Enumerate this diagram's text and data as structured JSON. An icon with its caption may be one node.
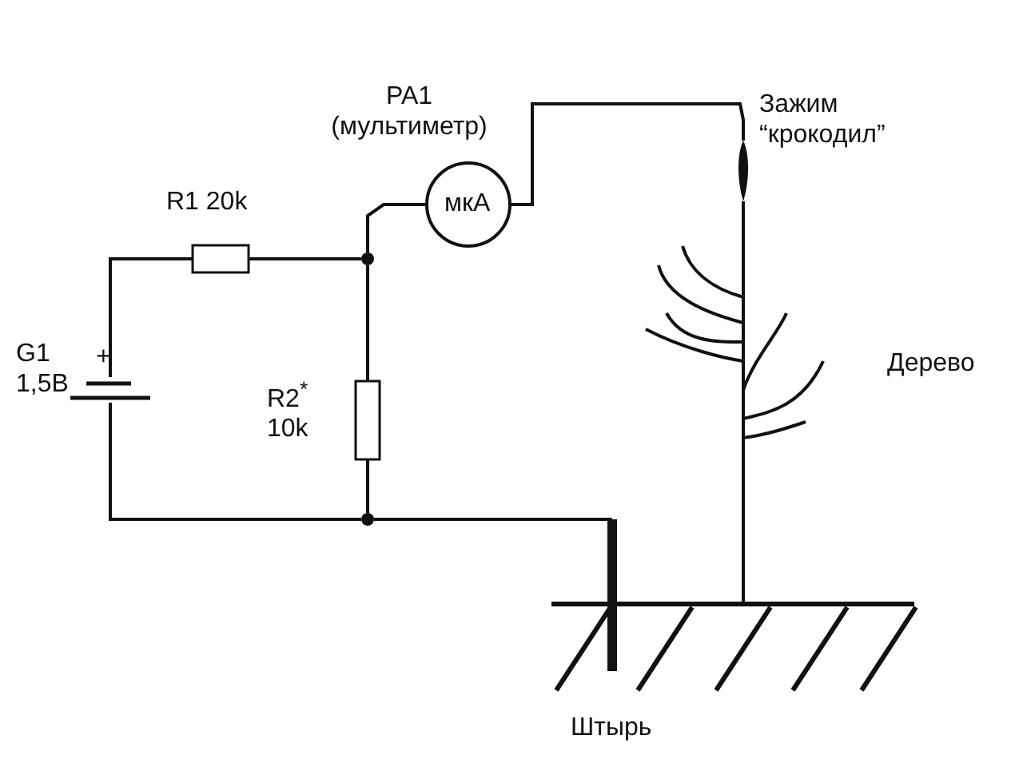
{
  "diagram": {
    "nodes": [
      {
        "text": [
          "G1 1,5В"
        ]
      },
      {
        "text": [
          "R1 20k"
        ]
      },
      {
        "text": [],
        "shape": "circle"
      },
      {
        "text": [
          "R2$^{*}$ 10k"
        ]
      },
      {
        "text": [],
        "shape": "circle"
      },
      {
        "text": [
          "PA1 (мультиметр)",
          "мкА"
        ]
      },
      {
        "text": [
          "Зажим “крокодил”"
        ]
      },
      {
        "text": [
          "Дерево"
        ]
      },
      {
        "text": [
          "Штырь"
        ]
      }
    ],
    "edges": [
      {
        "from": 0,
        "to": 1,
        "arrow": "none"
      },
      {
        "from": 1,
        "to": 2,
        "arrow": "none"
      },
      {
        "from": 2,
        "to": 3,
        "arrow": "none"
      },
      {
        "from": 3,
        "to": 4,
        "arrow": "none"
      },
      {
        "from": 0,
        "to": 4,
        "arrow": "none"
      },
      {
        "from": 4,
        "to": 8,
        "arrow": "none"
      },
      {
        "from": 2,
        "to": 5,
        "arrow": "none"
      },
      {
        "from": 5,
        "to": 6,
        "arrow": "none"
      }
    ],
    "labels": [
      "+"
    ]
  }
}
